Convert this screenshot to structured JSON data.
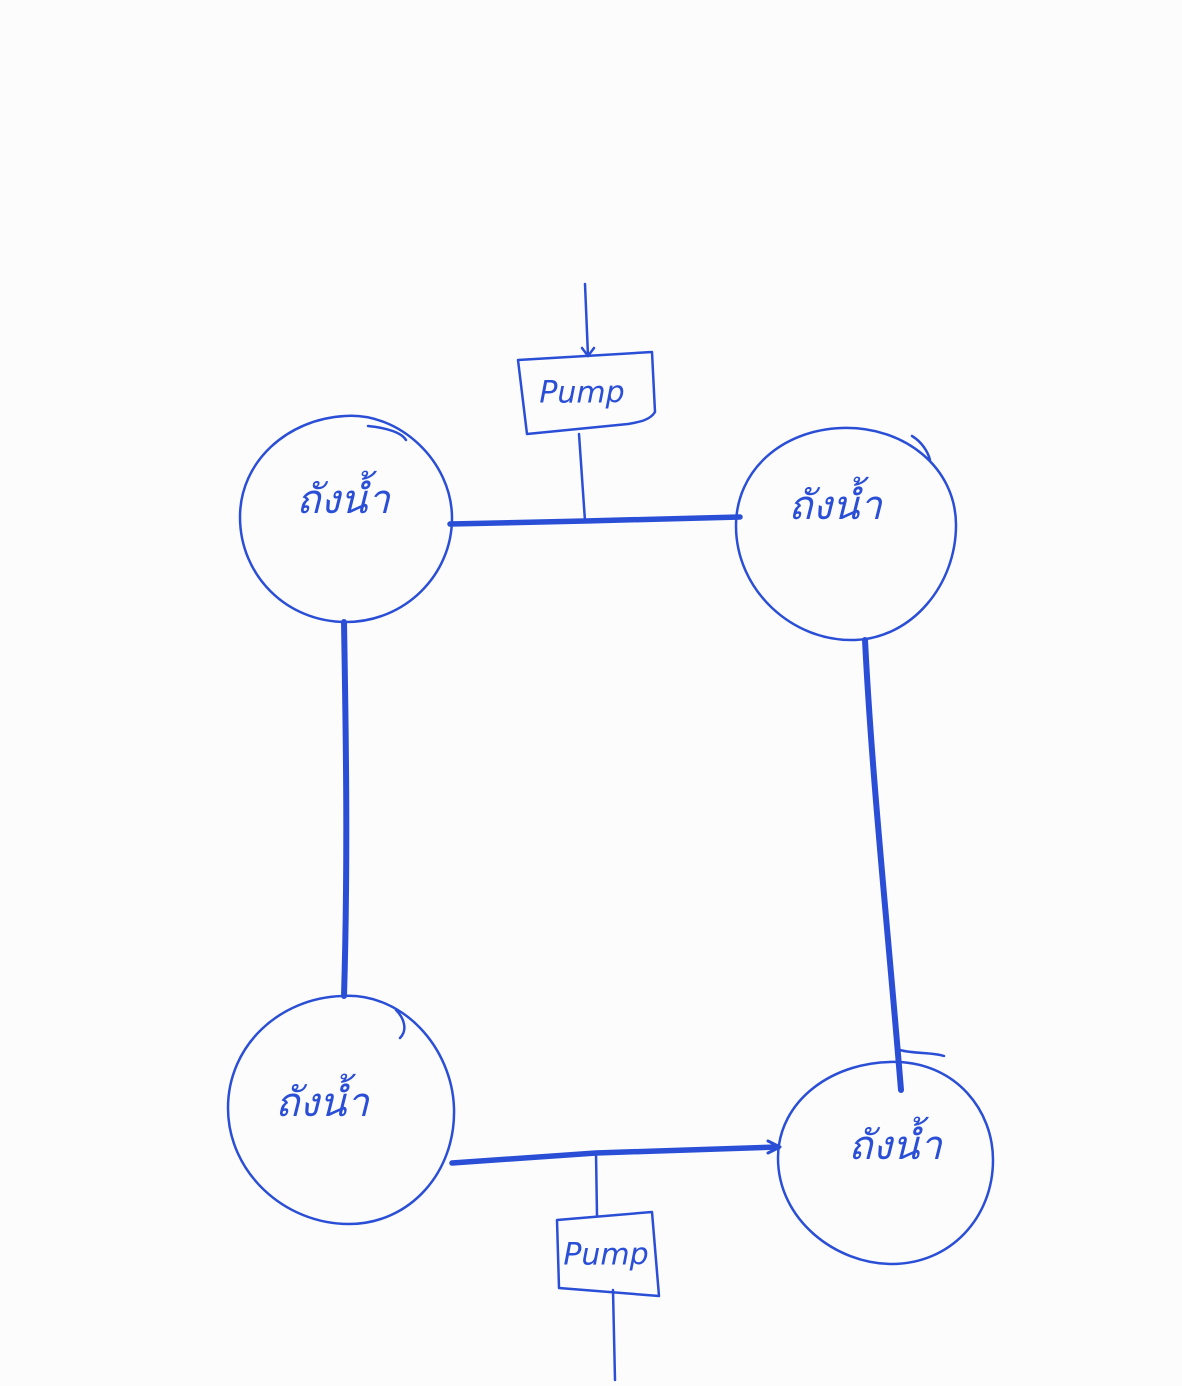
{
  "diagram": {
    "ink_color": "#2a4fd6",
    "background": "#fcfcfc",
    "tanks": [
      {
        "id": "top-left",
        "label": "ถังน้ำ"
      },
      {
        "id": "top-right",
        "label": "ถังน้ำ"
      },
      {
        "id": "bottom-left",
        "label": "ถังน้ำ"
      },
      {
        "id": "bottom-right",
        "label": "ถังน้ำ"
      }
    ],
    "pumps": [
      {
        "id": "top",
        "label": "Pump"
      },
      {
        "id": "bottom",
        "label": "Pump"
      }
    ]
  }
}
